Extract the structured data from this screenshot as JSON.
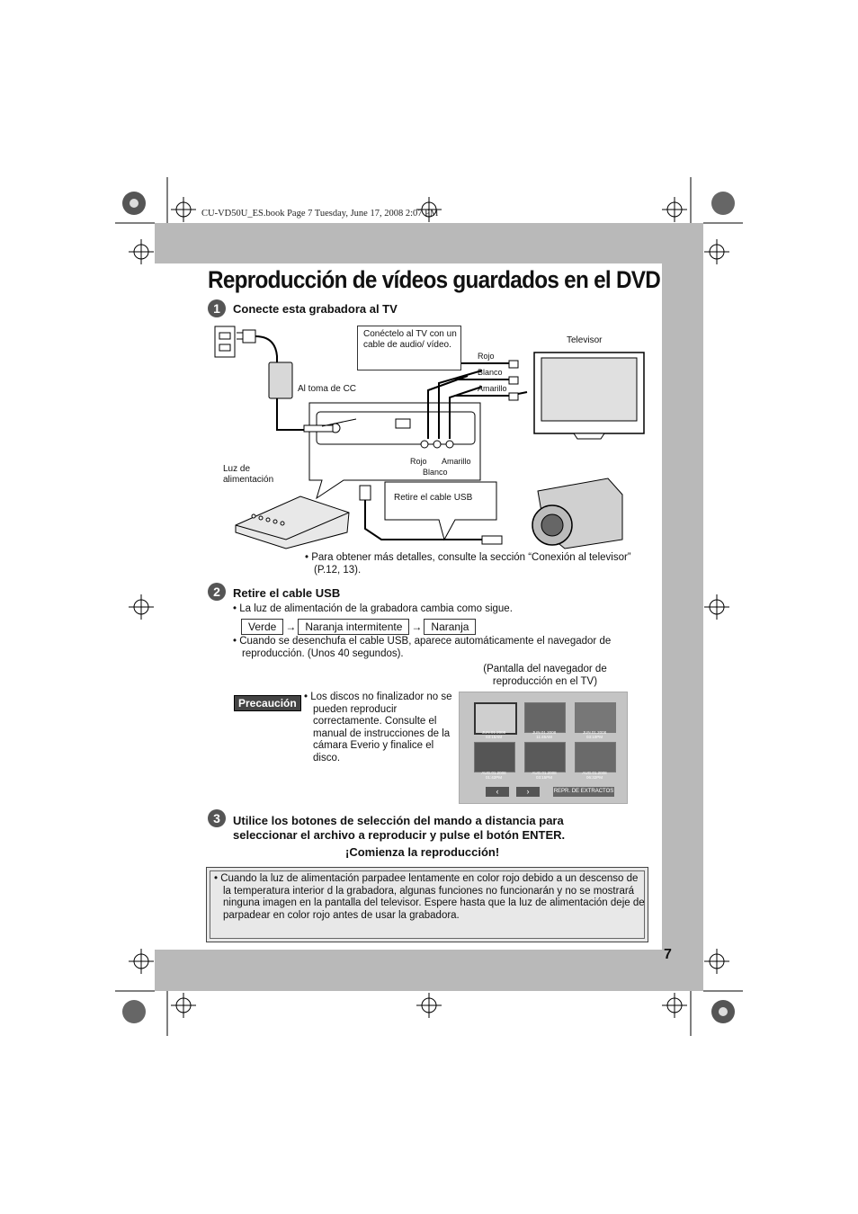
{
  "header": {
    "file_line": "CU-VD50U_ES.book  Page 7  Tuesday, June 17, 2008  2:07 PM"
  },
  "page": {
    "title": "Reproducción de vídeos guardados en el DVD",
    "number": "7"
  },
  "step1": {
    "num": "1",
    "heading": "Conecte esta grabadora al TV",
    "callout": "Conéctelo al TV con un cable de audio/ vídeo.",
    "label_tv": "Televisor",
    "label_rojo": "Rojo",
    "label_blanco": "Blanco",
    "label_amarillo": "Amarillo",
    "label_ac": "Al toma de CC",
    "label_jack_rojo": "Rojo",
    "label_jack_amarillo": "Amarillo",
    "label_jack_blanco": "Blanco",
    "label_luz": "Luz de alimentación",
    "callout_usb": "Retire el cable USB",
    "bullet": "Para obtener más detalles, consulte la sección “Conexión al televisor” (P.12, 13)."
  },
  "step2": {
    "num": "2",
    "heading": "Retire el cable USB",
    "bullet1": "La luz de alimentación de la grabadora cambia como sigue.",
    "state1": "Verde",
    "state2": "Naranja intermitente",
    "state3": "Naranja",
    "arrow": "→",
    "bullet2": "Cuando se desenchufa el cable USB, aparece automáticamente el navegador de reproducción. (Unos 40 segundos).",
    "nav_caption": "(Pantalla del navegador de reproducción en el TV)",
    "precaution_label": "Precaución",
    "precaution_text": "Los discos no finalizador no se pueden reproducir correctamente. Consulte el manual de instrucciones de la cámara Everio y finalice el disco.",
    "nav_button": "REPR. DE EXTRACTOS",
    "thumb_dates": [
      "JUN.01.2008 03:15AM",
      "JUN.01.2008 11:45AM",
      "JUN.01.2008 03:10PM",
      "AUG.01.2008 01:42PM",
      "AUG.01.2008 03:15PM",
      "AUG.01.2008 06:32PM"
    ]
  },
  "step3": {
    "num": "3",
    "heading": "Utilice los botones de selección del mando a distancia para seleccionar el archivo a reproducir y pulse el botón ENTER.",
    "result": "¡Comienza la reproducción!"
  },
  "note": "Cuando la luz de alimentación parpadee lentamente en color rojo debido a un descenso de la temperatura interior d la grabadora, algunas funciones no funcionarán y no se mostrará ninguna imagen en la pantalla del televisor. Espere hasta que la luz de alimentación deje de parpadear en color rojo antes de usar la grabadora."
}
